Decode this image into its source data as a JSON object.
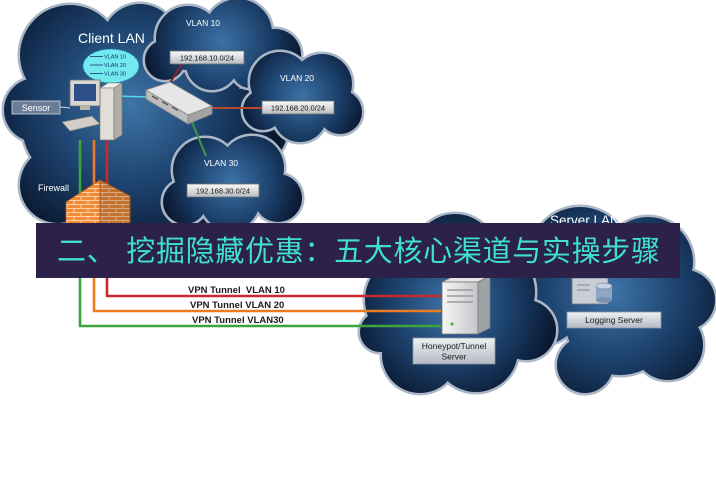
{
  "client_lan": {
    "title": "Client LAN",
    "sensor_label": "Sensor",
    "firewall_label": "Firewall",
    "vlan_bubble": [
      "VLAN 10",
      "VLAN 20",
      "VLAN 30"
    ]
  },
  "vlans": [
    {
      "name": "VLAN 10",
      "subnet": "192.168.10.0/24"
    },
    {
      "name": "VLAN 20",
      "subnet": "192.168.20.0/24"
    },
    {
      "name": "VLAN 30",
      "subnet": "192.168.30.0/24"
    }
  ],
  "tunnels": [
    {
      "label": "VPN Tunnel  VLAN 10",
      "color": "#c62a2f"
    },
    {
      "label": "VPN Tunnel VLAN 20",
      "color": "#ec7a22"
    },
    {
      "label": "VPN Tunnel VLAN30",
      "color": "#3da33d"
    }
  ],
  "server_lan": {
    "title": "Server LAN",
    "honeypot_label": [
      "Honeypot/Tunnel",
      "Server"
    ],
    "logging_label": "Logging Server"
  },
  "banner": {
    "text": "二、 挖掘隐藏优惠：五大核心渠道与实操步骤",
    "background": "#2b2149",
    "text_color": "#3fe0d0"
  }
}
